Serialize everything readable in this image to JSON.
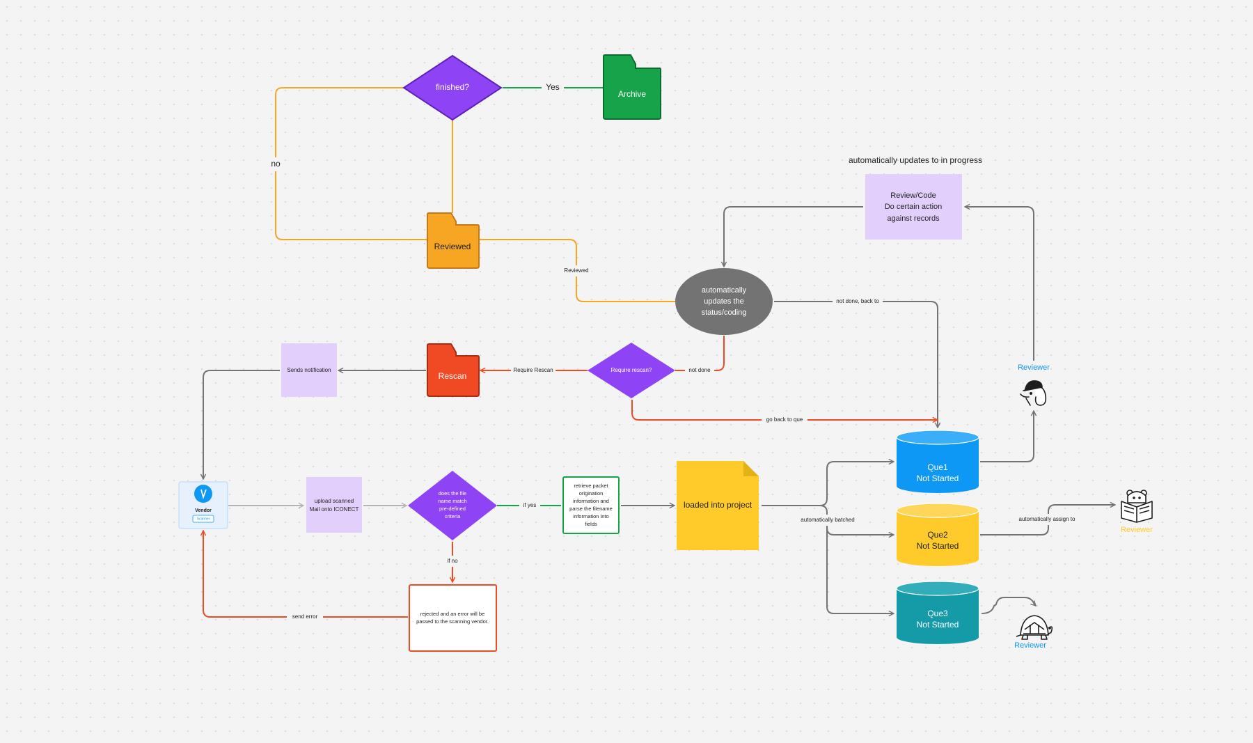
{
  "nodes": {
    "finished": "finished?",
    "archive": "Archive",
    "reviewed": "Reviewed",
    "review_code": [
      "Review/Code",
      "Do certain action",
      "against records"
    ],
    "auto_status": [
      "automatically",
      "updates the",
      "status/coding"
    ],
    "require_rescan": "Require rescan?",
    "rescan": "Rescan",
    "sends_notification": "Sends notification",
    "vendor": "Vendor",
    "vendor_badge": "Scanner",
    "upload": [
      "upload scanned",
      "Mail onto ICONECT"
    ],
    "match": [
      "does the file",
      "name match",
      "pre-defined",
      "criteria"
    ],
    "retrieve": [
      "retrieve packet",
      "origination",
      "information and",
      "parse the filename",
      "information into",
      "fields"
    ],
    "loaded": "loaded into project",
    "rejected": [
      "rejected and an error will be",
      "passed to the scanning vendor."
    ],
    "que1": [
      "Que1",
      "Not Started"
    ],
    "que2": [
      "Que2",
      "Not Started"
    ],
    "que3": [
      "Que3",
      "Not Started"
    ]
  },
  "labels": {
    "yes": "Yes",
    "no": "no",
    "top_note": "automatically updates to in progress",
    "reviewed_edge": "Reviewed",
    "not_done_back": "not done, back to",
    "require_rescan_edge": "Require Rescan",
    "not_done": "not done",
    "go_back": "go back to que",
    "if_yes": "if yes",
    "if_no": "if no",
    "send_error": "send error",
    "auto_batched": "automatically batched",
    "auto_assign": "automatically assign to",
    "reviewer1": "Reviewer",
    "reviewer2": "Reviewer",
    "reviewer3": "Reviewer"
  },
  "colors": {
    "purple": "#8e44f5",
    "green": "#17a34a",
    "orange": "#f6a623",
    "red": "#f04a25",
    "lavender": "#e3cffb",
    "gray": "#737373",
    "blue": "#0e98f5",
    "yellow": "#fecb2b",
    "teal": "#159aa8"
  }
}
